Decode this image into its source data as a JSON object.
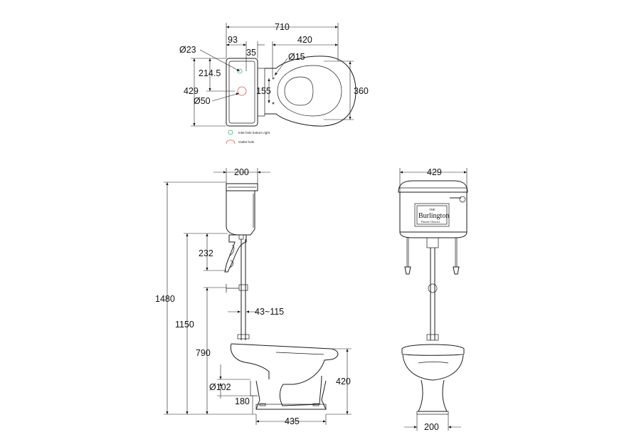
{
  "plan_view": {
    "width_total": "710",
    "tank_offset": "93",
    "tank_inner": "35",
    "bowl_length": "420",
    "inlet_dia": "Ø23",
    "fix_dia": "Ø15",
    "tank_depth": "429",
    "inlet_pos": "214.5",
    "outlet_dia": "Ø50",
    "fix_spacing": "155",
    "bowl_width": "360"
  },
  "legend": {
    "inlet": "Inlet hole bottom right",
    "outlet": "Outlet hole",
    "inlet_color": "#3cb371",
    "outlet_color": "#e05050"
  },
  "side_view": {
    "tank_width": "200",
    "total_height": "1480",
    "cistern_bottom": "1150",
    "pipe_height": "790",
    "bracket": "232",
    "pipe_range": "43~115",
    "pan_height": "420",
    "outlet_dia": "Ø102",
    "outlet_height": "180",
    "base_depth": "435"
  },
  "front_view": {
    "tank_width": "429",
    "base_width": "200",
    "brand_top": "THE",
    "brand_name": "Burlington",
    "brand_sub": "Fauset Classics"
  }
}
